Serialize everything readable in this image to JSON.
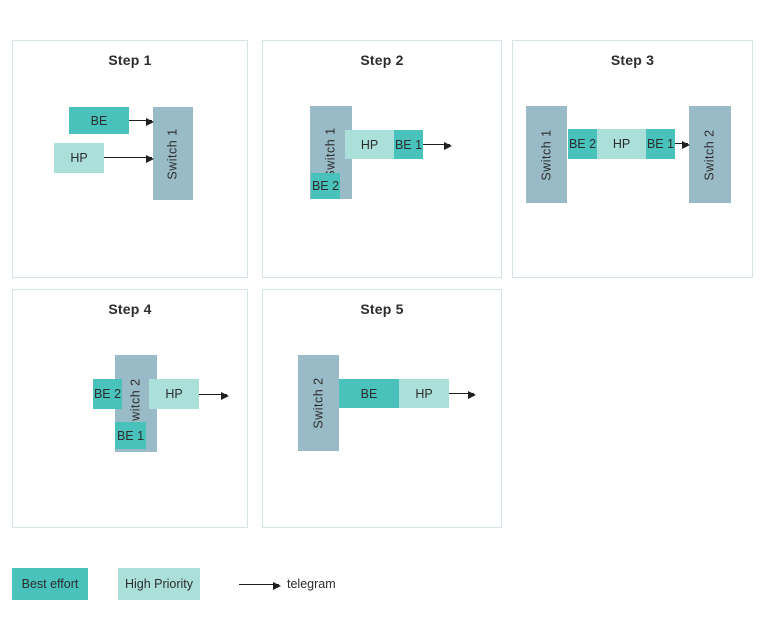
{
  "colors": {
    "best_effort": "#48c2bb",
    "high_priority": "#abdfda",
    "switch": "#99bac7",
    "panel_border": "#d6e3e6",
    "text": "#2d2d2d",
    "arrow": "#1f1f1f",
    "background": "#ffffff"
  },
  "panels": [
    {
      "title": "Step 1",
      "labels": {
        "be": "BE",
        "hp": "HP",
        "switch1": "Switch 1"
      }
    },
    {
      "title": "Step 2",
      "labels": {
        "switch1": "Switch 1",
        "hp": "HP",
        "be1": "BE 1",
        "be2": "BE 2"
      }
    },
    {
      "title": "Step 3",
      "labels": {
        "switch1": "Switch 1",
        "be2": "BE 2",
        "hp": "HP",
        "be1": "BE 1",
        "switch2": "Switch 2"
      }
    },
    {
      "title": "Step 4",
      "labels": {
        "switch2": "Switch 2",
        "be2": "BE 2",
        "hp": "HP",
        "be1": "BE 1"
      }
    },
    {
      "title": "Step 5",
      "labels": {
        "switch2": "Switch 2",
        "be": "BE",
        "hp": "HP"
      }
    }
  ],
  "legend": {
    "best_effort": "Best effort",
    "high_priority": "High Priority",
    "telegram": "telegram"
  }
}
